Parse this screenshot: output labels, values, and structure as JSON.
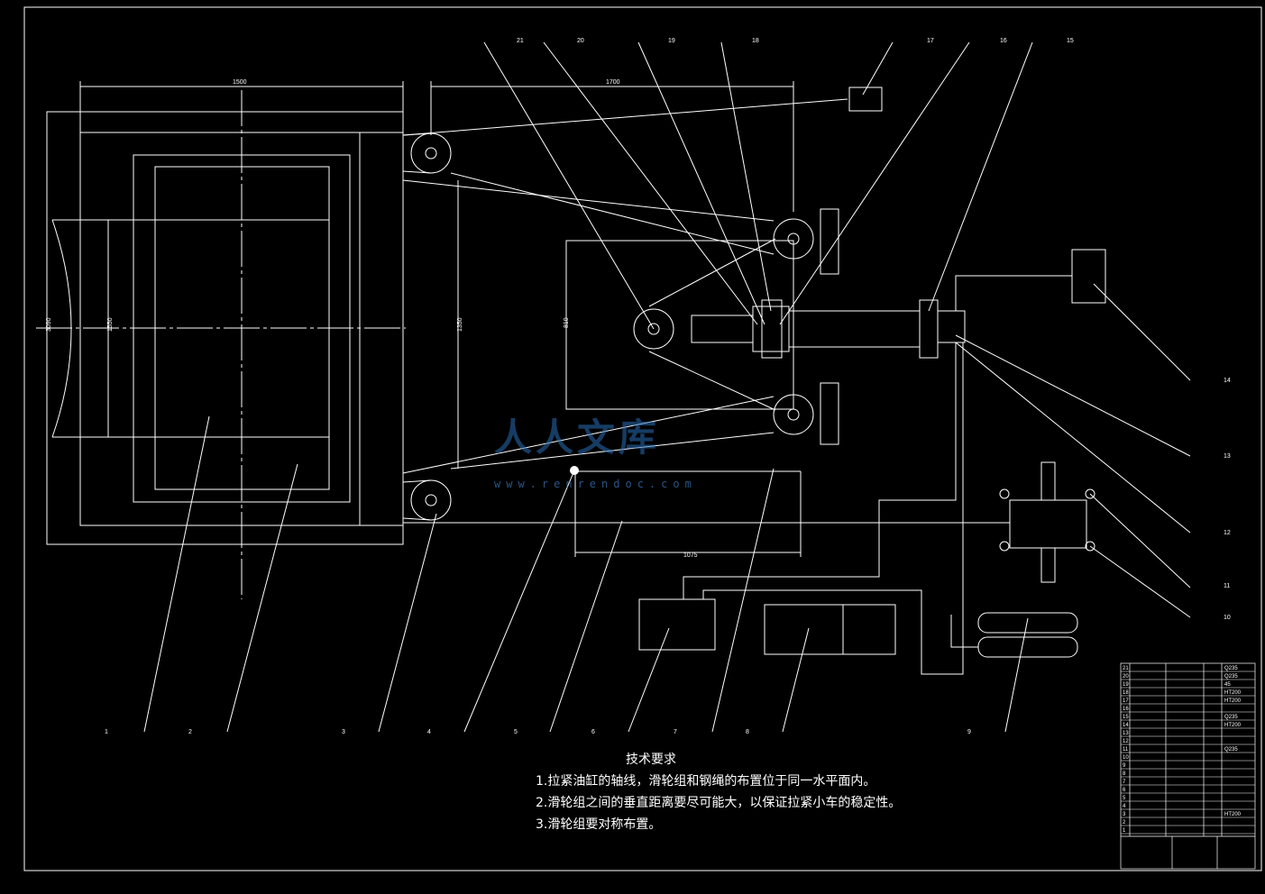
{
  "part_labels": [
    "1",
    "2",
    "3",
    "4",
    "5",
    "6",
    "7",
    "8",
    "9",
    "10",
    "11",
    "12",
    "13",
    "14",
    "15",
    "16",
    "17",
    "18",
    "19",
    "20",
    "21"
  ],
  "dimensions": {
    "d1500": "1500",
    "d1700": "1700",
    "d1075": "1075",
    "d3090": "3090",
    "d1550": "1550",
    "d1350": "1350",
    "d810": "810"
  },
  "tech_requirements": {
    "title": "技术要求",
    "items": [
      "1.拉紧油缸的轴线，滑轮组和钢绳的布置位于同一水平面内。",
      "2.滑轮组之间的垂直距离要尽可能大，以保证拉紧小车的稳定性。",
      "3.滑轮组要对称布置。"
    ]
  },
  "watermark": {
    "text": "人人文库",
    "url": "www.renrendoc.com"
  },
  "title_block": {
    "rows": [
      "21",
      "20",
      "19",
      "18",
      "17",
      "16",
      "15",
      "14",
      "13",
      "12",
      "11",
      "10",
      "9",
      "8",
      "7",
      "6",
      "5",
      "4",
      "3",
      "2",
      "1"
    ],
    "materials": [
      "Q235",
      "Q235",
      "45",
      "HT200",
      "HT200",
      "",
      "Q235",
      "HT200",
      "",
      "",
      "Q235",
      "",
      "",
      "",
      "",
      "",
      "",
      "",
      "HT200",
      "",
      ""
    ]
  }
}
